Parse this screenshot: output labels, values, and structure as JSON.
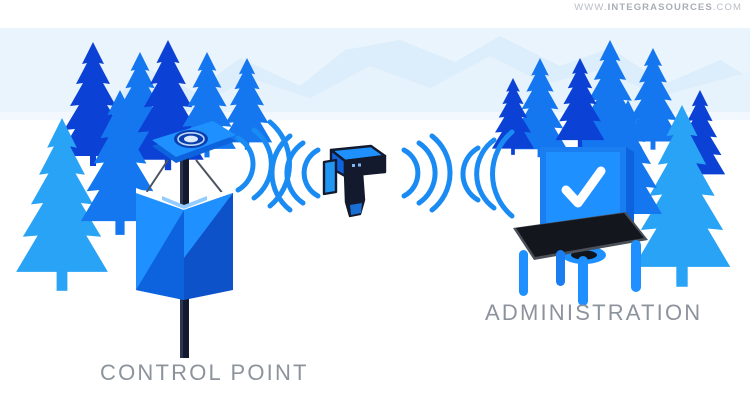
{
  "watermark": {
    "prefix": "WWW.",
    "brand": "INTEGRASOURCES",
    "suffix": ".COM"
  },
  "labels": {
    "control_point": "CONTROL POINT",
    "administration": "ADMINISTRATION"
  },
  "scene": {
    "title": "RFID access control illustration",
    "background_description": "Snowy forest landscape with pale blue mountains and blue pine trees",
    "elements": [
      {
        "name": "control-point-kiosk",
        "label": "CONTROL POINT"
      },
      {
        "name": "rfid-handheld-scanner",
        "label": "handheld RFID reader"
      },
      {
        "name": "administration-workstation",
        "label": "ADMINISTRATION"
      }
    ]
  },
  "icons": {
    "antenna_logo": "rfid-logo",
    "monitor_screen": "checkmark-icon",
    "signal_left": "signal-waves-icon",
    "signal_right": "signal-waves-icon"
  },
  "colors": {
    "page_background": "#ffffff",
    "mountain": "#e8f4fd",
    "sky_band": "#eaf4fc",
    "tree_dark": "#0b41d4",
    "tree_mid": "#1577ef",
    "tree_light": "#29a3f5",
    "accent_blue": "#1a7ef0",
    "bright_blue": "#1e90ff",
    "deep_blue": "#0d52c9",
    "dark_navy": "#141a2e",
    "desk_top": "#14161d",
    "desk_edge": "#4a4f58",
    "caption_text": "#8c939d",
    "watermark_text": "#b9bdc4",
    "check_white": "#ffffff"
  }
}
